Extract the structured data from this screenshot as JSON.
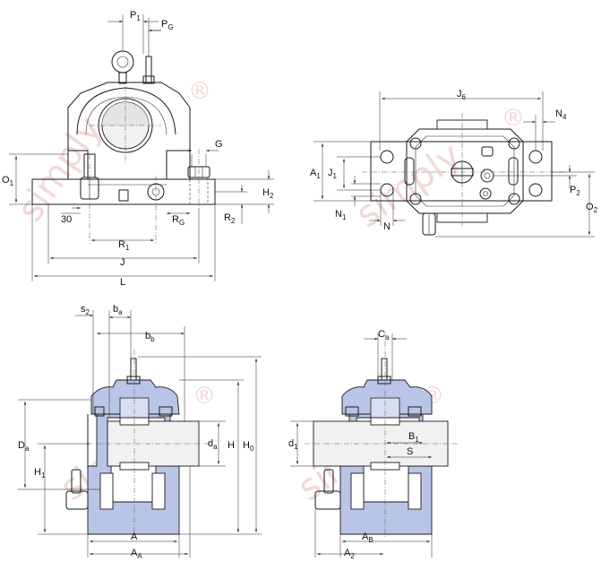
{
  "labels": {
    "P1": {
      "main": "P",
      "sub": "1"
    },
    "PG": {
      "main": "P",
      "sub": "G"
    },
    "G": {
      "main": "G",
      "sub": ""
    },
    "O1": {
      "main": "O",
      "sub": "1"
    },
    "H2": {
      "main": "H",
      "sub": "2"
    },
    "d30": {
      "main": "30",
      "sub": ""
    },
    "RG": {
      "main": "R",
      "sub": "G"
    },
    "R2": {
      "main": "R",
      "sub": "2"
    },
    "R1": {
      "main": "R",
      "sub": "1"
    },
    "J": {
      "main": "J",
      "sub": ""
    },
    "L": {
      "main": "L",
      "sub": ""
    },
    "J6": {
      "main": "J",
      "sub": "6"
    },
    "N4": {
      "main": "N",
      "sub": "4"
    },
    "A1": {
      "main": "A",
      "sub": "1"
    },
    "J1": {
      "main": "J",
      "sub": "1"
    },
    "P2": {
      "main": "P",
      "sub": "2"
    },
    "O2": {
      "main": "O",
      "sub": "2"
    },
    "N1": {
      "main": "N",
      "sub": "1"
    },
    "N": {
      "main": "N",
      "sub": ""
    },
    "s2": {
      "main": "s",
      "sub": "2"
    },
    "ba": {
      "main": "b",
      "sub": "a"
    },
    "bb": {
      "main": "b",
      "sub": "b"
    },
    "Da": {
      "main": "D",
      "sub": "a"
    },
    "da": {
      "main": "d",
      "sub": "a"
    },
    "H": {
      "main": "H",
      "sub": ""
    },
    "H0": {
      "main": "H",
      "sub": "0"
    },
    "H1": {
      "main": "H",
      "sub": "1"
    },
    "A": {
      "main": "A",
      "sub": ""
    },
    "AA": {
      "main": "A",
      "sub": "A"
    },
    "Ca": {
      "main": "C",
      "sub": "a"
    },
    "d1": {
      "main": "d",
      "sub": "1"
    },
    "B1": {
      "main": "B",
      "sub": "1"
    },
    "S": {
      "main": "S",
      "sub": ""
    },
    "AB": {
      "main": "A",
      "sub": "B"
    },
    "A2": {
      "main": "A",
      "sub": "2"
    }
  },
  "watermark": {
    "text": "simply",
    "mark": "®"
  },
  "colors": {
    "section_fill": "#b9c5e6",
    "watermark": "#e9b9b9",
    "line": "#1a1a1a"
  }
}
